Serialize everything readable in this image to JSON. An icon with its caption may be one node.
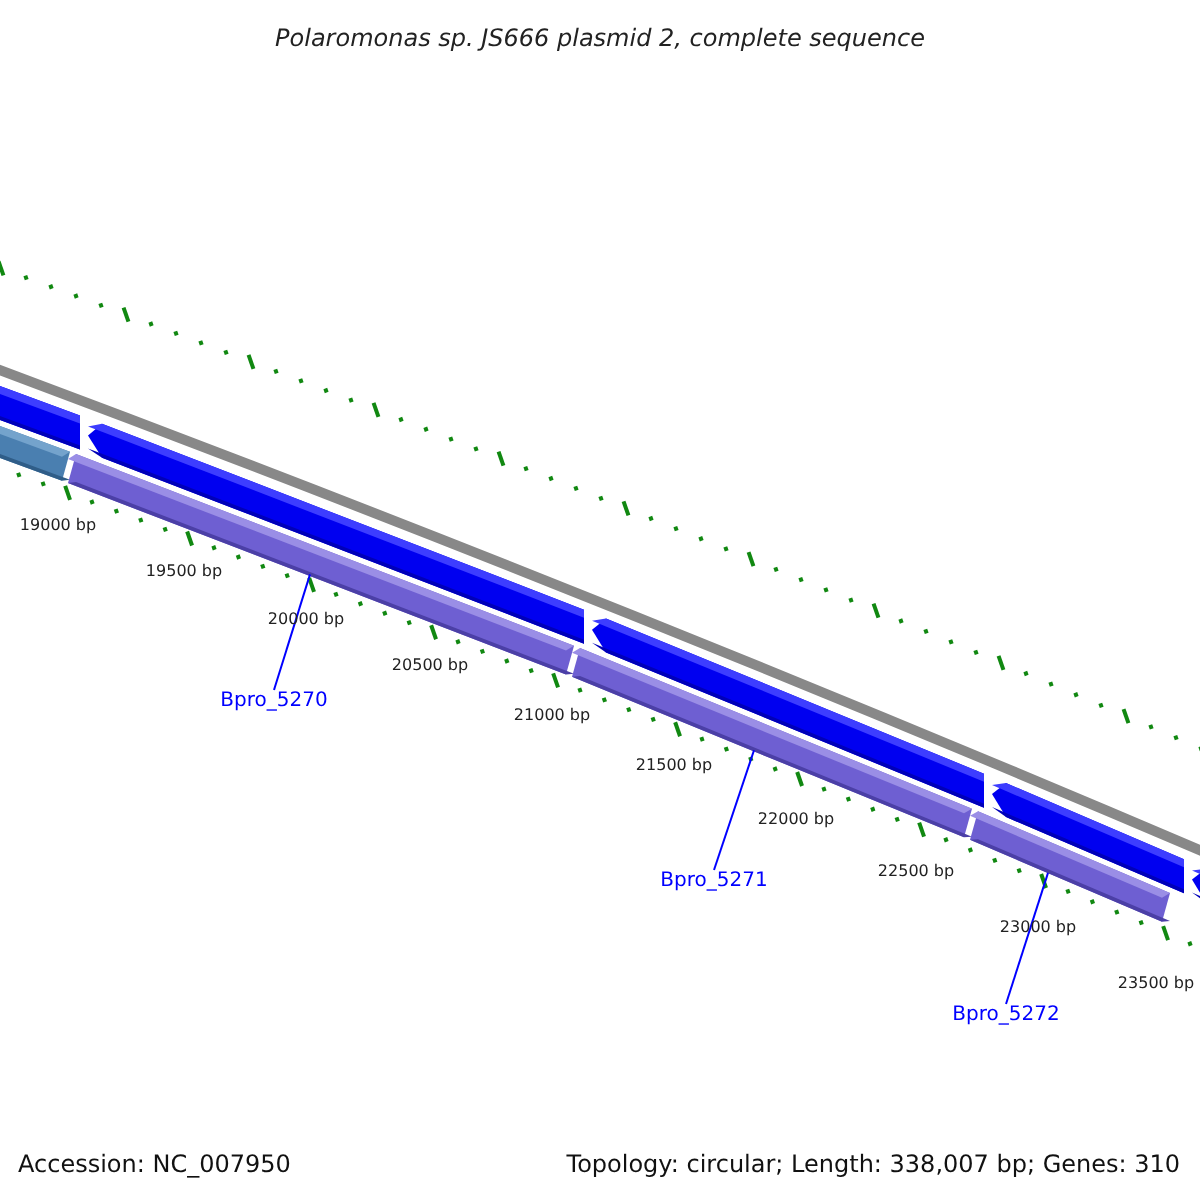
{
  "diagram": {
    "title": "Polaromonas sp. JS666 plasmid 2, complete sequence",
    "nodes": [
      {
        "text": [],
        "shape": "pentagon"
      },
      {
        "text": [],
        "shape": "pentagon"
      },
      {
        "text": [],
        "shape": "pentagon"
      },
      {
        "text": [],
        "shape": "pentagon"
      },
      {
        "text": [],
        "shape": "pentagon"
      },
      {
        "text": [],
        "shape": "bar"
      },
      {
        "text": [],
        "shape": "bar"
      },
      {
        "text": [],
        "shape": "bar"
      },
      {
        "text": [],
        "shape": "bar"
      },
      {
        "text": [
          "Bpro_5270"
        ]
      },
      {
        "text": [
          "Bpro_5271"
        ]
      },
      {
        "text": [
          "Bpro_5272"
        ]
      }
    ],
    "edges": [
      {
        "from": 9,
        "to": 6,
        "arrow": "none"
      },
      {
        "from": 10,
        "to": 7,
        "arrow": "none"
      },
      {
        "from": 11,
        "to": 8,
        "arrow": "none"
      }
    ],
    "labels": [
      "19000 bp",
      "19500 bp",
      "20000 bp",
      "20500 bp",
      "21000 bp",
      "21500 bp",
      "22000 bp",
      "22500 bp",
      "23000 bp",
      "23500 bp",
      "Accession: NC_007950",
      "Topology: circular; Length: 338,007 bp; Genes: 310"
    ]
  }
}
